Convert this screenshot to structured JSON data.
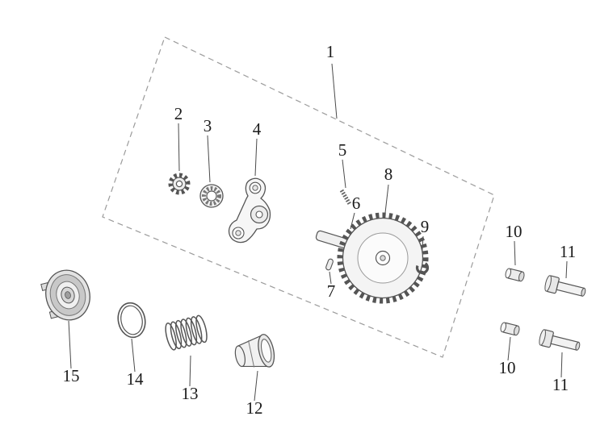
{
  "callouts": {
    "c1": "1",
    "c2": "2",
    "c3": "3",
    "c4": "4",
    "c5": "5",
    "c6": "6",
    "c7": "7",
    "c8": "8",
    "c9": "9",
    "c10a": "10",
    "c11a": "11",
    "c10b": "10",
    "c11b": "11",
    "c12": "12",
    "c13": "13",
    "c14": "14",
    "c15": "15"
  },
  "colors": {
    "background": "#ffffff",
    "part_outline": "#555555",
    "dashed_outline": "#9b9b9b",
    "label_text": "#1b1b1b"
  }
}
